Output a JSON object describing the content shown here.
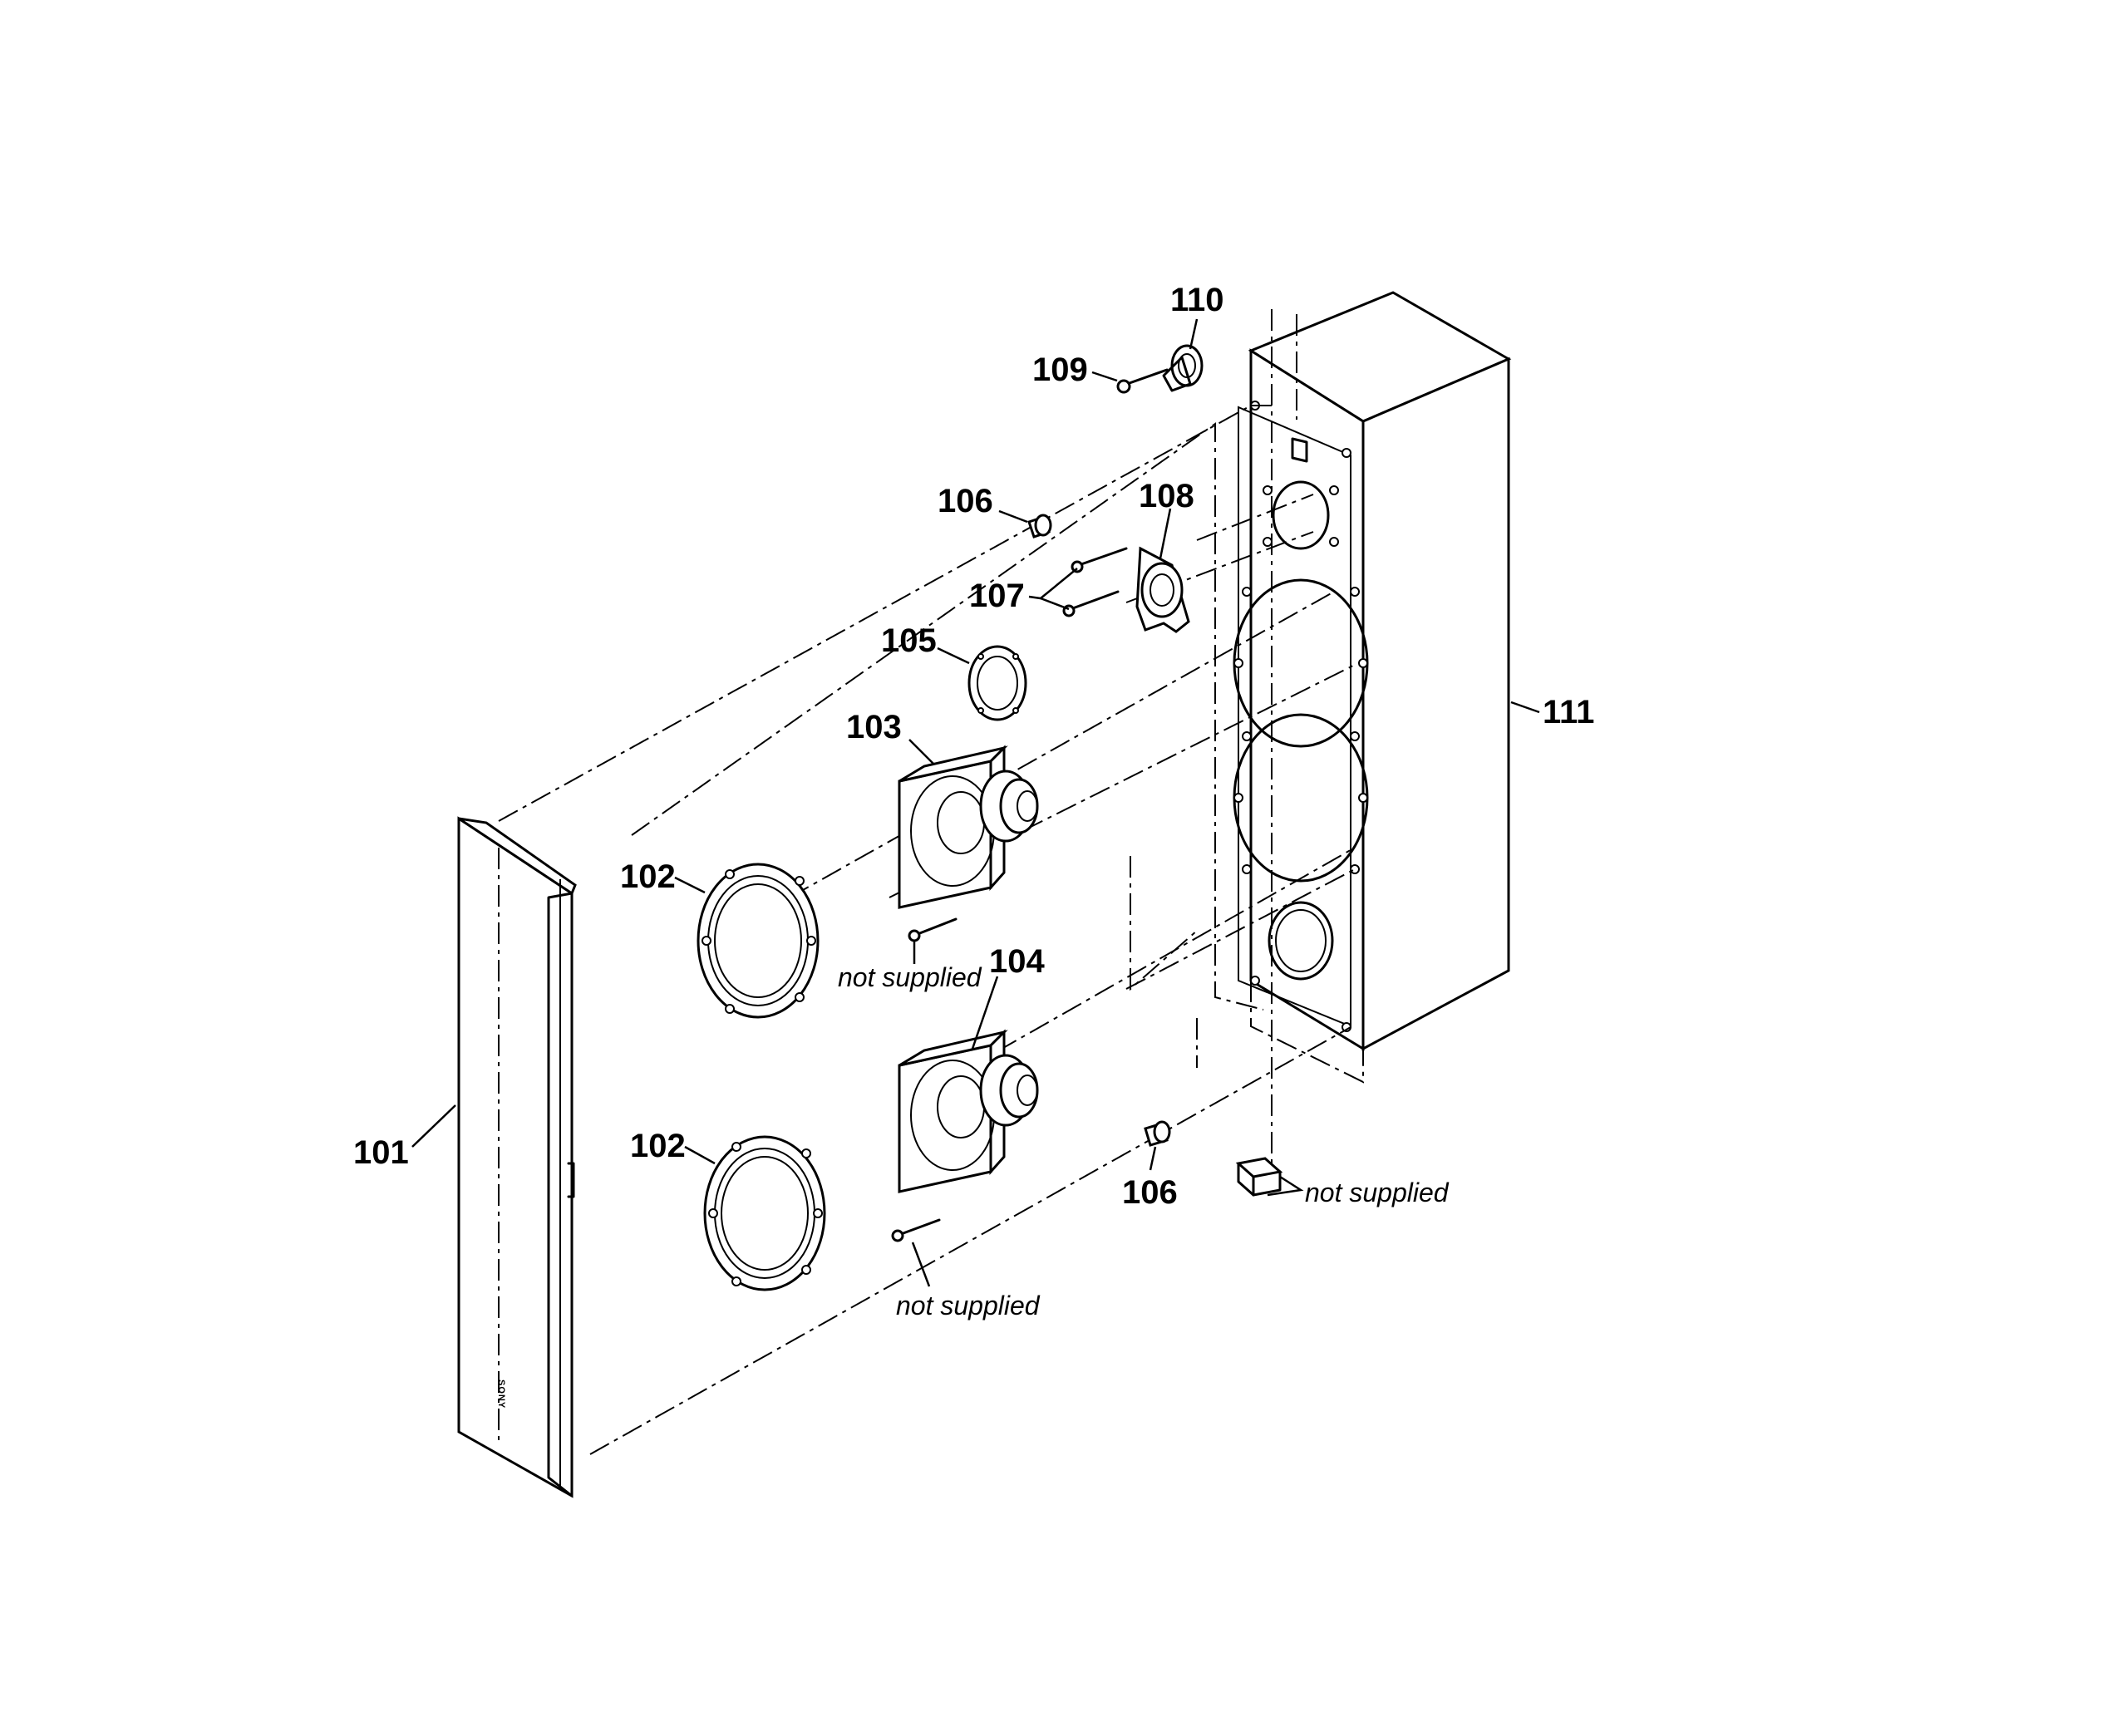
{
  "diagram": {
    "callouts": {
      "c101": "101",
      "c102a": "102",
      "c102b": "102",
      "c103": "103",
      "c104": "104",
      "c105": "105",
      "c106a": "106",
      "c106b": "106",
      "c107": "107",
      "c108": "108",
      "c109": "109",
      "c110": "110",
      "c111": "111"
    },
    "notes": {
      "n1": "not supplied",
      "n2": "not supplied",
      "n3": "not supplied"
    },
    "grille_logo": "SONY"
  }
}
